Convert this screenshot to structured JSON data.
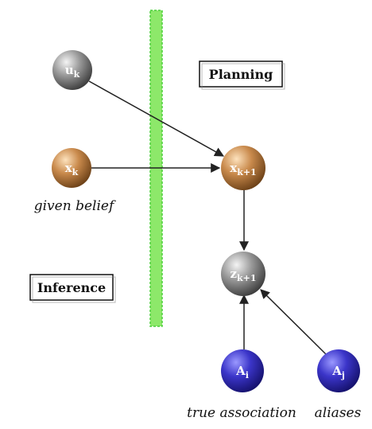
{
  "nodes": {
    "uk": {
      "main": "u",
      "sub": "k"
    },
    "xk": {
      "main": "x",
      "sub": "k"
    },
    "xk1": {
      "main": "x",
      "sub": "k+1"
    },
    "zk1": {
      "main": "z",
      "sub": "k+1"
    },
    "ai": {
      "main": "A",
      "sub": "i"
    },
    "aj": {
      "main": "A",
      "sub": "j"
    }
  },
  "captions": {
    "given_belief": "given belief",
    "true_association": "true association",
    "aliases": "aliases"
  },
  "boxes": {
    "planning": "Planning",
    "inference": "Inference"
  },
  "colors": {
    "gray_node": "#8a8a8a",
    "orange_node": "#c8874a",
    "blue_node": "#3b35c9",
    "divider": "#7be35a"
  }
}
